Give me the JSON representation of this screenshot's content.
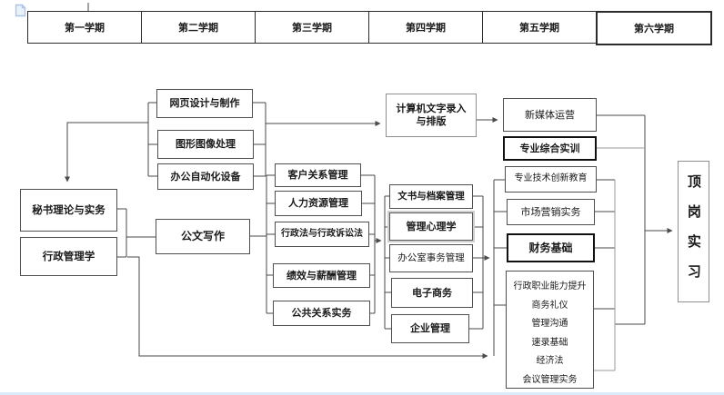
{
  "semesters": [
    "第一学期",
    "第二学期",
    "第三学期",
    "第四学期",
    "第五学期",
    "第六学期"
  ],
  "courses": {
    "secretary_theory": "秘书理论与实务",
    "admin_management": "行政管理学",
    "webpage_design": "网页设计与制作",
    "graphic_processing": "图形图像处理",
    "office_automation": "办公自动化设备",
    "document_writing": "公文写作",
    "customer_relation": "客户关系管理",
    "hr_management": "人力资源管理",
    "admin_law": "行政法与行政诉讼法",
    "performance_salary": "绩效与薪酬管理",
    "public_relations": "公共关系实务",
    "docs_archives": "文书与档案管理",
    "management_psychology": "管理心理学",
    "office_affairs": "办公室事务管理",
    "ecommerce": "电子商务",
    "enterprise_management": "企业管理",
    "computer_entry_line1": "计算机文字录入",
    "computer_entry_line2": "与排版",
    "new_media": "新媒体运营",
    "comprehensive_training": "专业综合实训",
    "tech_innovation": "专业技术创新教育",
    "marketing_practice": "市场营销实务",
    "finance_basics": "财务基础",
    "internship": "顶岗实习"
  },
  "ability_box_lines": [
    "行政职业能力提升",
    "商务礼仪",
    "管理沟通",
    "速录基础",
    "经济法",
    "会议管理实务"
  ],
  "accent_colors": {
    "doc_icon_blue": "#a9c6e8",
    "bottom_strip_blue": "#dcebf9",
    "line_dark": "#4a4a4a",
    "line_gray": "#9a9a9a"
  }
}
